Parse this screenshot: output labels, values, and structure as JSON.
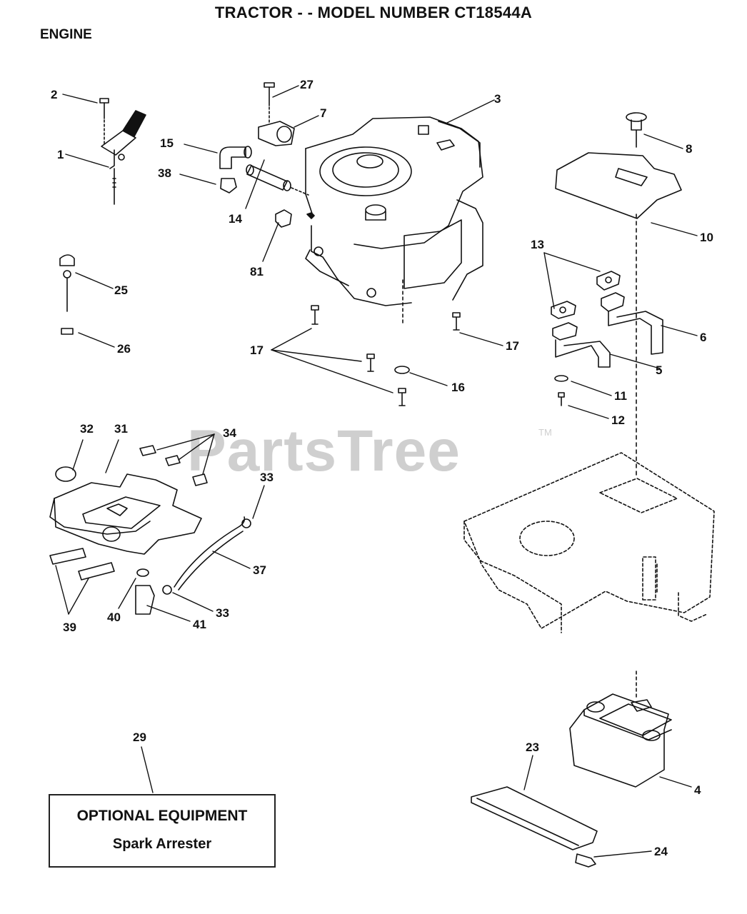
{
  "header": {
    "title": "TRACTOR - - MODEL NUMBER CT18544A",
    "section": "ENGINE"
  },
  "watermark": {
    "text": "PartsTree",
    "trademark": "TM"
  },
  "optional_box": {
    "line1": "OPTIONAL EQUIPMENT",
    "line2": "Spark Arrester"
  },
  "callouts": {
    "c1": "1",
    "c2": "2",
    "c3": "3",
    "c4": "4",
    "c5": "5",
    "c6": "6",
    "c7": "7",
    "c8": "8",
    "c10": "10",
    "c11": "11",
    "c12": "12",
    "c13": "13",
    "c14": "14",
    "c15": "15",
    "c16": "16",
    "c17a": "17",
    "c17b": "17",
    "c23": "23",
    "c24": "24",
    "c25": "25",
    "c26": "26",
    "c27": "27",
    "c29": "29",
    "c31": "31",
    "c32": "32",
    "c33a": "33",
    "c33b": "33",
    "c34": "34",
    "c37": "37",
    "c38": "38",
    "c39": "39",
    "c40": "40",
    "c41": "41",
    "c81": "81"
  }
}
